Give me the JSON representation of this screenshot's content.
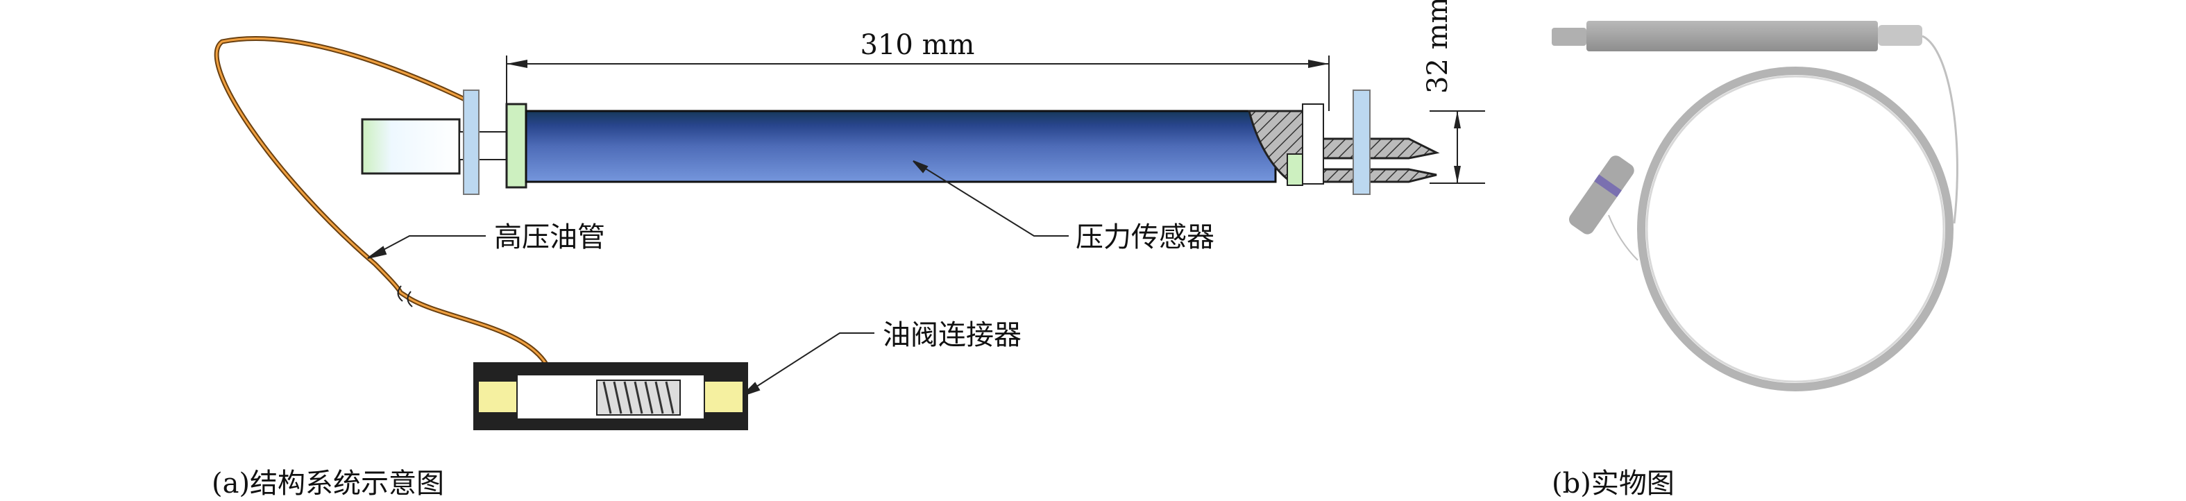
{
  "dimensions": {
    "length": "310 mm",
    "diameter": "32 mm"
  },
  "labels": {
    "oil_pipe": "高压油管",
    "pressure_sensor": "压力传感器",
    "valve_connector": "油阀连接器"
  },
  "captions": {
    "a": "(a)结构系统示意图",
    "b": "(b)实物图"
  },
  "colors": {
    "tube_dark": "#1a3a5c",
    "tube_light": "#7090d8",
    "cable": "#e08a2a",
    "flange": "#bcd8f0",
    "ring": "#cdf0c0"
  }
}
